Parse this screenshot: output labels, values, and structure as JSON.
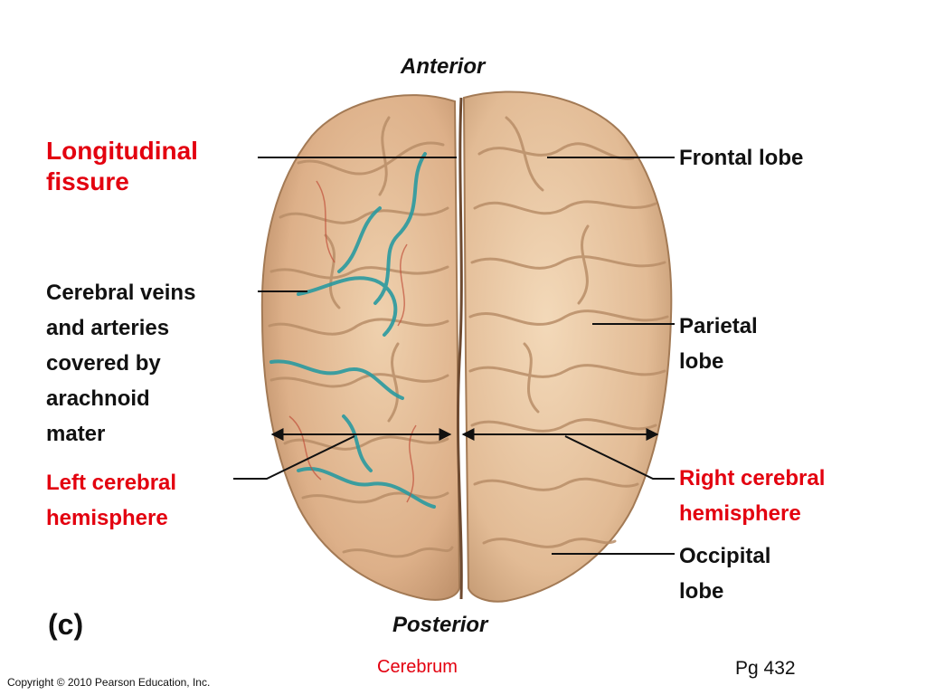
{
  "orientation": {
    "anterior": "Anterior",
    "posterior": "Posterior"
  },
  "labels": {
    "longitudinal_fissure": [
      "Longitudinal",
      "fissure"
    ],
    "cerebral_veins": [
      "Cerebral veins",
      "and arteries",
      "covered by",
      "arachnoid",
      "mater"
    ],
    "left_hemisphere": [
      "Left cerebral",
      "hemisphere"
    ],
    "frontal_lobe": "Frontal lobe",
    "parietal_lobe": [
      "Parietal",
      "lobe"
    ],
    "right_hemisphere": [
      "Right cerebral",
      "hemisphere"
    ],
    "occipital_lobe": [
      "Occipital",
      "lobe"
    ]
  },
  "panel_letter": "(c)",
  "caption": "Cerebrum",
  "page_number": "Pg 432",
  "copyright": "Copyright © 2010 Pearson Education, Inc.",
  "colors": {
    "highlight_label": "#e3000f",
    "text": "#111111",
    "leader_line": "#111111",
    "brain_tissue": "#e9c6a3",
    "brain_fold": "#b98e68",
    "blood_vessel": "#2a9aa0"
  }
}
